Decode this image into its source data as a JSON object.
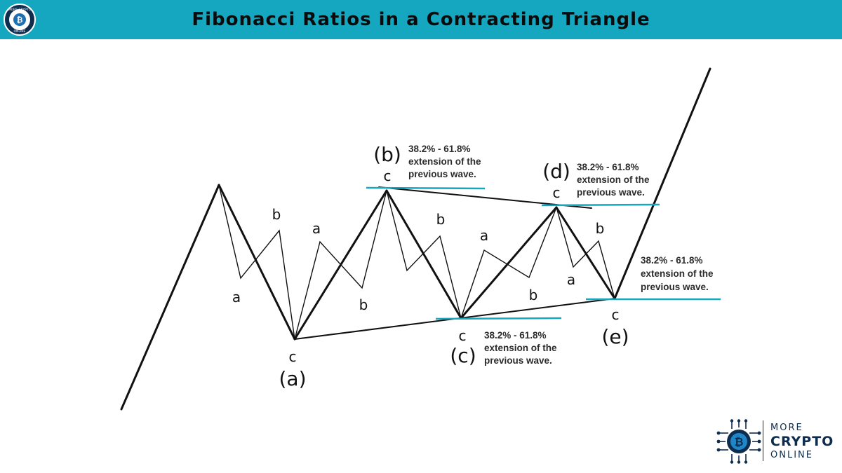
{
  "header": {
    "title": "Fibonacci Ratios in a Contracting Triangle",
    "logo_text_top": "MORE CRYPTO",
    "logo_text_bottom": "ONLINE"
  },
  "brand": {
    "line1": "MORE",
    "line2": "CRYPTO",
    "line3": "ONLINE"
  },
  "waves": {
    "major": [
      "(a)",
      "(b)",
      "(c)",
      "(d)",
      "(e)"
    ],
    "sub_a": "a",
    "sub_b": "b",
    "sub_c": "c"
  },
  "notes": {
    "line1": "38.2% - 61.8%",
    "line2": "extension of the",
    "line3": "previous wave."
  },
  "colors": {
    "header_bg": "#16a7c0",
    "fib_level_line": "#16a7c0",
    "wave_line": "#111111",
    "brand_navy": "#0e2c4d"
  }
}
